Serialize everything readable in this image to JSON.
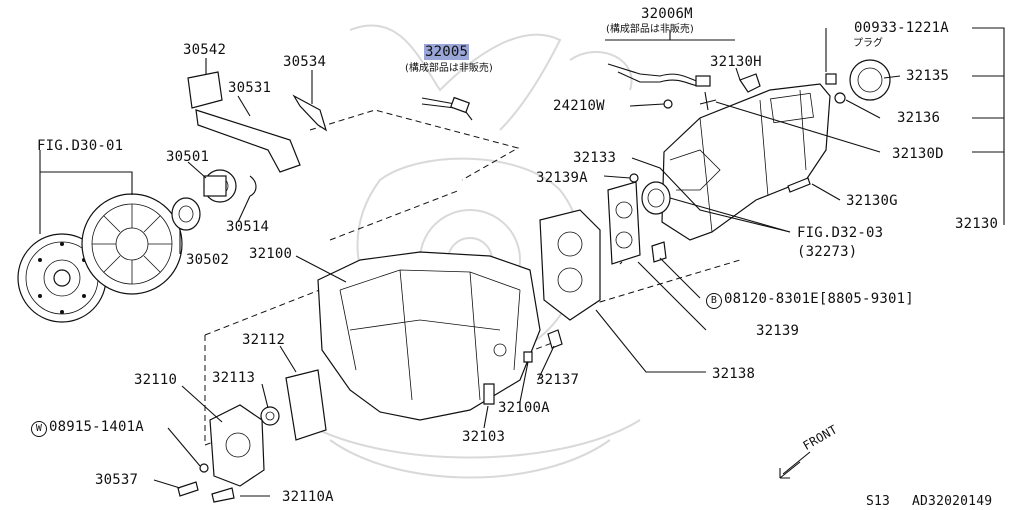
{
  "labels": {
    "p30542": "30542",
    "p30534": "30534",
    "p30531": "30531",
    "p30501": "30501",
    "p30514": "30514",
    "p30502": "30502",
    "fig_d30": "FIG.D30-01",
    "p32005": "32005",
    "p32005_note": "(構成部品は非販売)",
    "p32006m": "32006M",
    "p32006m_note": "(構成部品は非販売)",
    "p00933": "00933-1221A",
    "p00933_note": "プラグ",
    "p32135": "32135",
    "p32130h": "32130H",
    "p24210w": "24210W",
    "p32136": "32136",
    "p32130d": "32130D",
    "p32133": "32133",
    "p32139a": "32139A",
    "p32130g": "32130G",
    "p32130": "32130",
    "fig_d32": "FIG.D32-03",
    "fig_d32_ref": "(32273)",
    "p32100": "32100",
    "bolt_b_letter": "B",
    "bolt_b": "08120-8301E[8805-9301]",
    "p32139": "32139",
    "p32112": "32112",
    "p32110": "32110",
    "p32113": "32113",
    "p32137": "32137",
    "p32138": "32138",
    "washer_w_letter": "W",
    "washer_w": "08915-1401A",
    "p32100a": "32100A",
    "p32103": "32103",
    "p30537": "30537",
    "p32110a": "32110A",
    "front": "FRONT",
    "footer_model": "S13",
    "footer_code": "AD32020149"
  },
  "highlight_color": "#9aa6d8"
}
